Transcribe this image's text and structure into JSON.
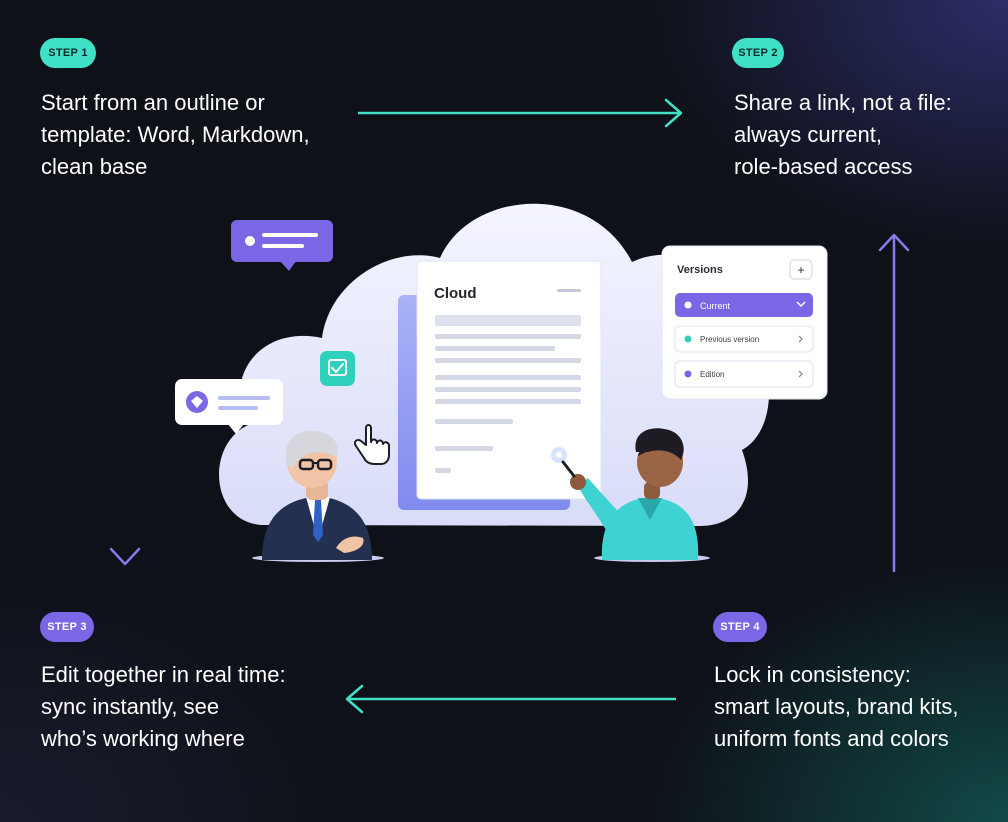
{
  "steps": [
    {
      "badge": "STEP 1",
      "lines": [
        "Start from an outline or",
        "template: Word, Markdown,",
        "clean base"
      ]
    },
    {
      "badge": "STEP 2",
      "lines": [
        "Share a link, not a file:",
        "always current,",
        "role-based access"
      ]
    },
    {
      "badge": "STEP 3",
      "lines": [
        "Edit together in real time:",
        "sync instantly, see",
        "who’s working where"
      ]
    },
    {
      "badge": "STEP 4",
      "lines": [
        "Lock in consistency:",
        "smart layouts, brand kits,",
        "uniform fonts and colors"
      ]
    }
  ],
  "document": {
    "title": "Cloud"
  },
  "versions_panel": {
    "title": "Versions",
    "add_label": "+",
    "items": [
      "Current",
      "Previous version",
      "Edition"
    ]
  },
  "colors": {
    "teal": "#3fe0c5",
    "purple": "#7b67e6",
    "background": "#0e1118"
  }
}
